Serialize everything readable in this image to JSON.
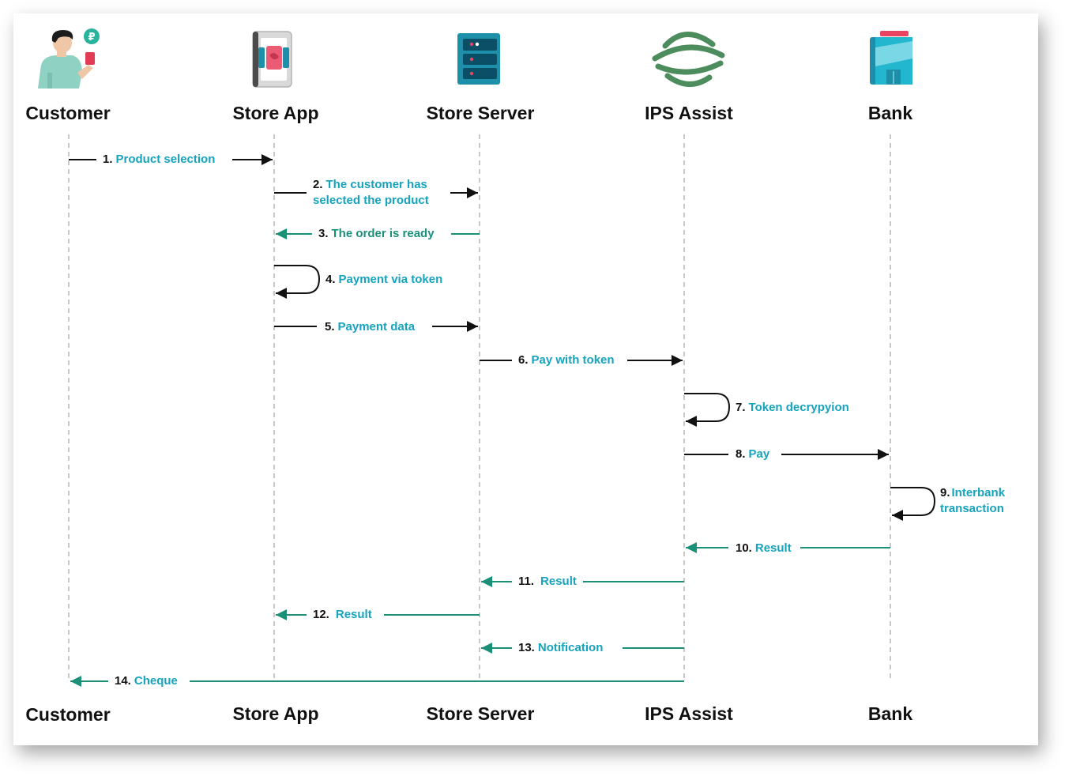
{
  "colors": {
    "request": "#111111",
    "response": "#1a9079",
    "label": "#15a3bd",
    "lifeline": "#b5b5b5"
  },
  "actors": [
    {
      "id": "customer",
      "label": "Customer",
      "icon": "customer-icon"
    },
    {
      "id": "store_app",
      "label": "Store App",
      "icon": "smartphone-icon"
    },
    {
      "id": "store_server",
      "label": "Store Server",
      "icon": "server-icon"
    },
    {
      "id": "ips_assist",
      "label": "IPS Assist",
      "icon": "ips-assist-logo-icon"
    },
    {
      "id": "bank",
      "label": "Bank",
      "icon": "bank-building-icon"
    }
  ],
  "messages": [
    {
      "num": "1.",
      "lines": [
        "Product selection"
      ],
      "from": "customer",
      "to": "store_app",
      "kind": "request"
    },
    {
      "num": "2.",
      "lines": [
        "The customer has",
        "selected the product"
      ],
      "from": "store_app",
      "to": "store_server",
      "kind": "request"
    },
    {
      "num": "3.",
      "lines": [
        "The order is ready"
      ],
      "from": "store_server",
      "to": "store_app",
      "kind": "response"
    },
    {
      "num": "4.",
      "lines": [
        "Payment via token"
      ],
      "from": "store_app",
      "to": "store_app",
      "kind": "self"
    },
    {
      "num": "5.",
      "lines": [
        "Payment data"
      ],
      "from": "store_app",
      "to": "store_server",
      "kind": "request"
    },
    {
      "num": "6.",
      "lines": [
        "Pay with token"
      ],
      "from": "store_server",
      "to": "ips_assist",
      "kind": "request"
    },
    {
      "num": "7.",
      "lines": [
        "Token decrypyion"
      ],
      "from": "ips_assist",
      "to": "ips_assist",
      "kind": "self"
    },
    {
      "num": "8.",
      "lines": [
        "Pay"
      ],
      "from": "ips_assist",
      "to": "bank",
      "kind": "request"
    },
    {
      "num": "9.",
      "lines": [
        "Interbank",
        "transaction"
      ],
      "from": "bank",
      "to": "bank",
      "kind": "self"
    },
    {
      "num": "10.",
      "lines": [
        "Result"
      ],
      "from": "bank",
      "to": "ips_assist",
      "kind": "response"
    },
    {
      "num": "11.",
      "lines": [
        "Result"
      ],
      "from": "ips_assist",
      "to": "store_server",
      "kind": "response"
    },
    {
      "num": "12.",
      "lines": [
        "Result"
      ],
      "from": "store_server",
      "to": "store_app",
      "kind": "response"
    },
    {
      "num": "13.",
      "lines": [
        "Notification"
      ],
      "from": "ips_assist",
      "to": "store_server",
      "kind": "response"
    },
    {
      "num": "14.",
      "lines": [
        "Cheque"
      ],
      "from": "ips_assist",
      "to": "customer",
      "kind": "response"
    }
  ]
}
